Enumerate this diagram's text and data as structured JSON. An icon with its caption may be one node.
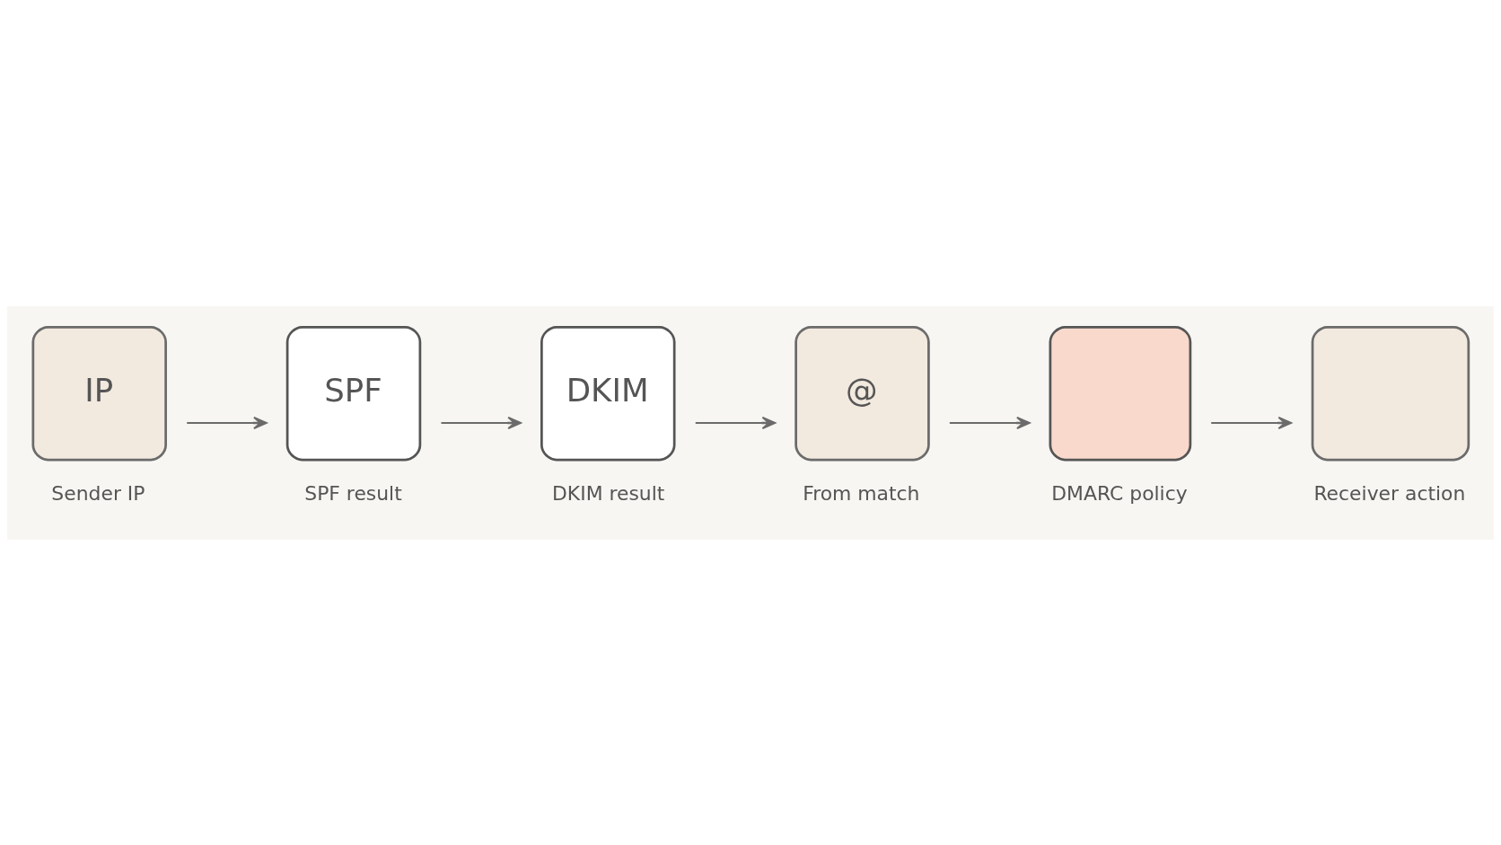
{
  "diagram": {
    "nodes": [
      {
        "text": [
          "IP",
          "Sender IP"
        ]
      },
      {
        "text": [
          "SPF",
          "SPF result"
        ]
      },
      {
        "text": [
          "DKIM",
          "DKIM result"
        ]
      },
      {
        "text": [
          "@",
          "From match"
        ]
      },
      {
        "text": [
          "DMARC policy"
        ]
      },
      {
        "text": [
          "Receiver action"
        ]
      }
    ],
    "edges": [
      {
        "from": 0,
        "to": 1,
        "arrow": "to"
      },
      {
        "from": 1,
        "to": 2,
        "arrow": "to"
      },
      {
        "from": 2,
        "to": 3,
        "arrow": "to"
      },
      {
        "from": 3,
        "to": 4,
        "arrow": "to"
      },
      {
        "from": 4,
        "to": 5,
        "arrow": "to"
      }
    ]
  }
}
